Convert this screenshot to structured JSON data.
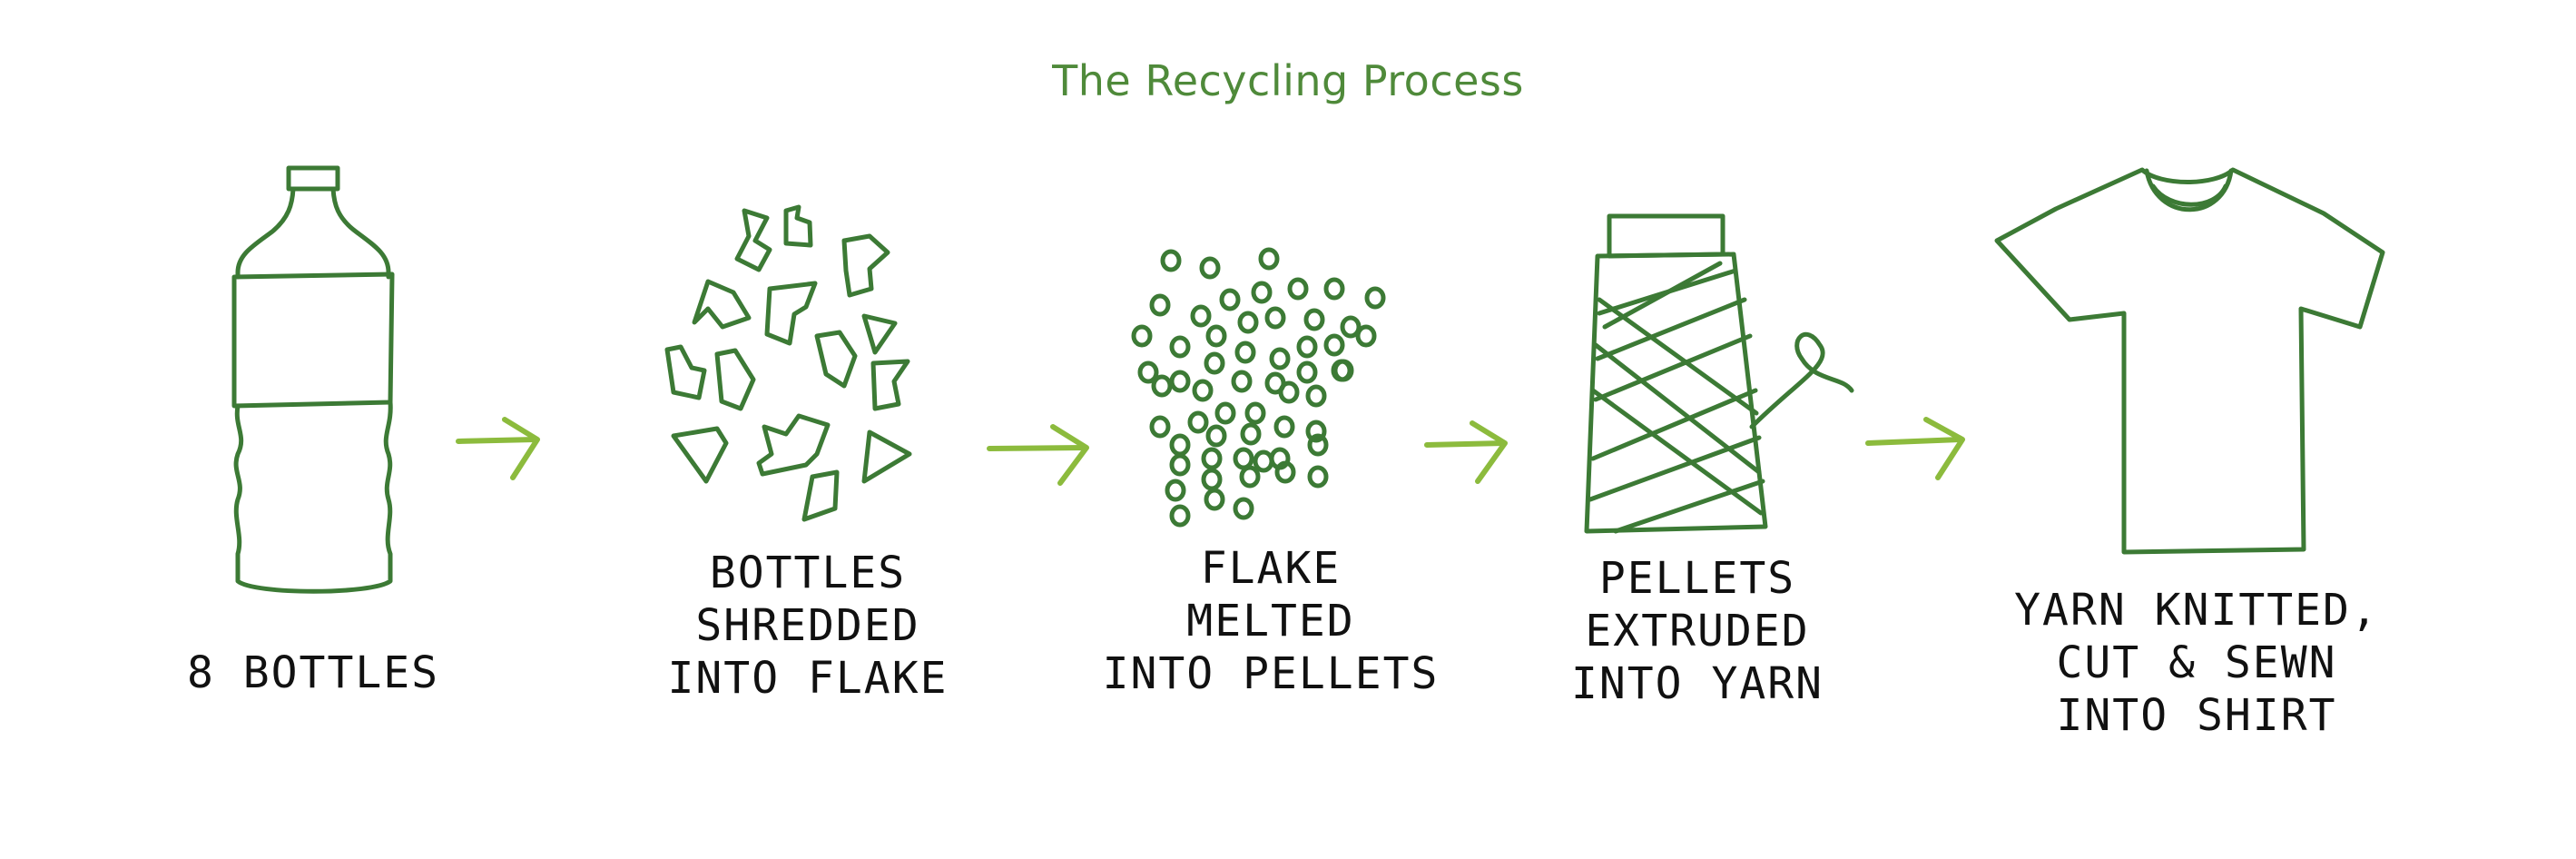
{
  "title": "The Recycling Process",
  "steps": [
    {
      "label": "8 BOTTLES",
      "icon": "bottle-icon"
    },
    {
      "label": "BOTTLES\nSHREDDED\nINTO FLAKE",
      "icon": "flakes-icon"
    },
    {
      "label": "FLAKE\nMELTED\nINTO PELLETS",
      "icon": "pellets-icon"
    },
    {
      "label": "PELLETS\nEXTRUDED\nINTO YARN",
      "icon": "yarn-spool-icon"
    },
    {
      "label": "YARN KNITTED,\nCUT & SEWN\nINTO SHIRT",
      "icon": "tshirt-icon"
    }
  ],
  "colors": {
    "title": "#4f8a3a",
    "ink": "#3c7a35",
    "arrow": "#8cbb3d",
    "text": "#111111"
  }
}
